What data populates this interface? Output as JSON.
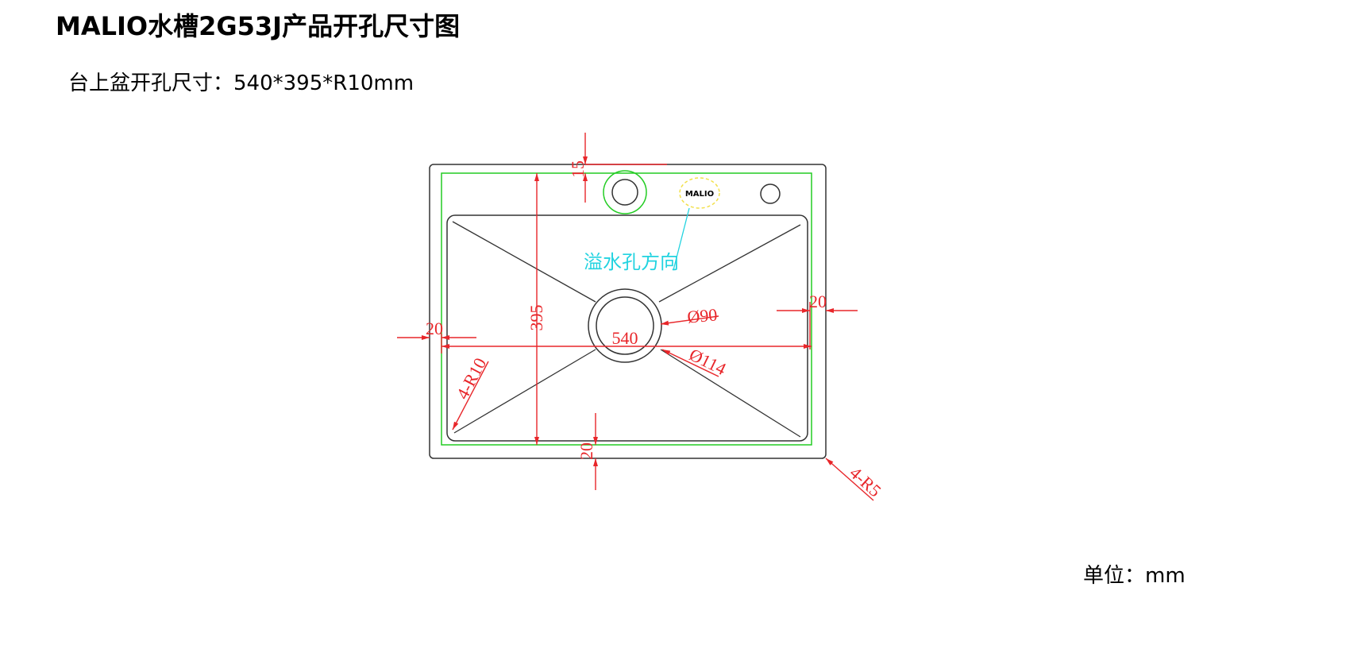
{
  "title": "MALIO水槽2G53J产品开孔尺寸图",
  "subtitle": "台上盆开孔尺寸：540*395*R10mm",
  "unit": "单位：mm",
  "drawing": {
    "logo": "MALIO",
    "overflow_label": "溢水孔方向",
    "dims": {
      "top_margin": "15",
      "height": "395",
      "width": "540",
      "left_margin": "20",
      "right_margin": "20",
      "bottom_margin": "20",
      "drain_inner": "Ø90",
      "drain_outer": "Ø114",
      "inner_radius": "4-R10",
      "outer_radius": "4-R5"
    },
    "colors": {
      "dimension": "#e8262a",
      "cutout": "#22cc22",
      "outline": "#333333",
      "note": "#22d3e0",
      "logo_ring": "#f2e04a"
    }
  }
}
